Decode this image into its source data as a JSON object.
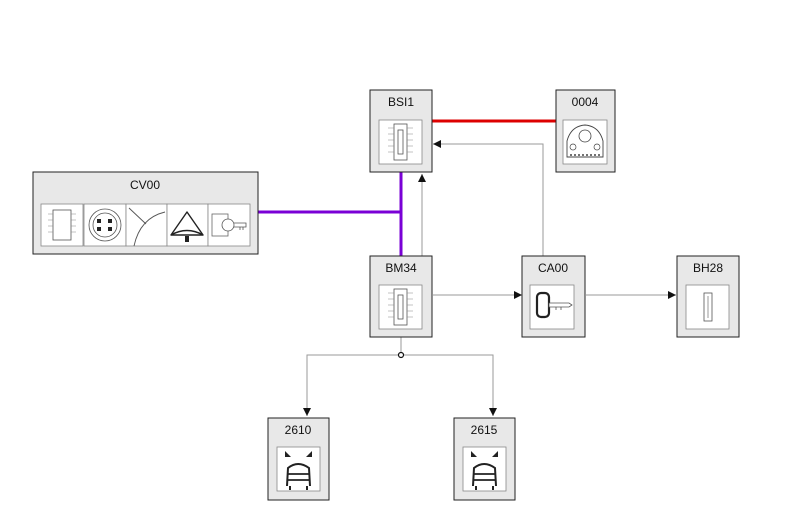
{
  "colors": {
    "background": "#ffffff",
    "box_fill": "#e8e8e8",
    "box_stroke": "#222222",
    "icon_fill": "#ffffff",
    "connector_thin": "#9a9a9a",
    "connector_red": "#dd0000",
    "connector_purple": "#7a00d6"
  },
  "modules": {
    "bsi1": {
      "label": "BSI1",
      "icon": "fuse-box-icon"
    },
    "m0004": {
      "label": "0004",
      "icon": "instrument-panel-icon"
    },
    "cv00": {
      "label": "CV00",
      "icons": [
        "chip-icon",
        "connector-plug-icon",
        "wiper-arm-icon",
        "horn-icon",
        "ignition-key-icon"
      ]
    },
    "bm34": {
      "label": "BM34",
      "icon": "fuse-box-icon"
    },
    "ca00": {
      "label": "CA00",
      "icon": "key-switch-icon"
    },
    "bh28": {
      "label": "BH28",
      "icon": "fuse-icon"
    },
    "m2610": {
      "label": "2610",
      "icon": "headlamp-vehicle-icon"
    },
    "m2615": {
      "label": "2615",
      "icon": "headlamp-vehicle-icon"
    }
  },
  "connections": [
    {
      "from": "BSI1",
      "to": "0004",
      "style": "red"
    },
    {
      "from": "CV00",
      "to": "BM34",
      "style": "purple"
    },
    {
      "from": "BM34",
      "to": "BSI1",
      "style": "thin-arrow"
    },
    {
      "from": "CA00",
      "to": "BSI1",
      "style": "thin-arrow"
    },
    {
      "from": "BM34",
      "to": "CA00",
      "style": "thin-arrow"
    },
    {
      "from": "CA00",
      "to": "BH28",
      "style": "thin-arrow"
    },
    {
      "from": "BM34",
      "to": "2610",
      "style": "thin-arrow"
    },
    {
      "from": "BM34",
      "to": "2615",
      "style": "thin-arrow"
    }
  ]
}
